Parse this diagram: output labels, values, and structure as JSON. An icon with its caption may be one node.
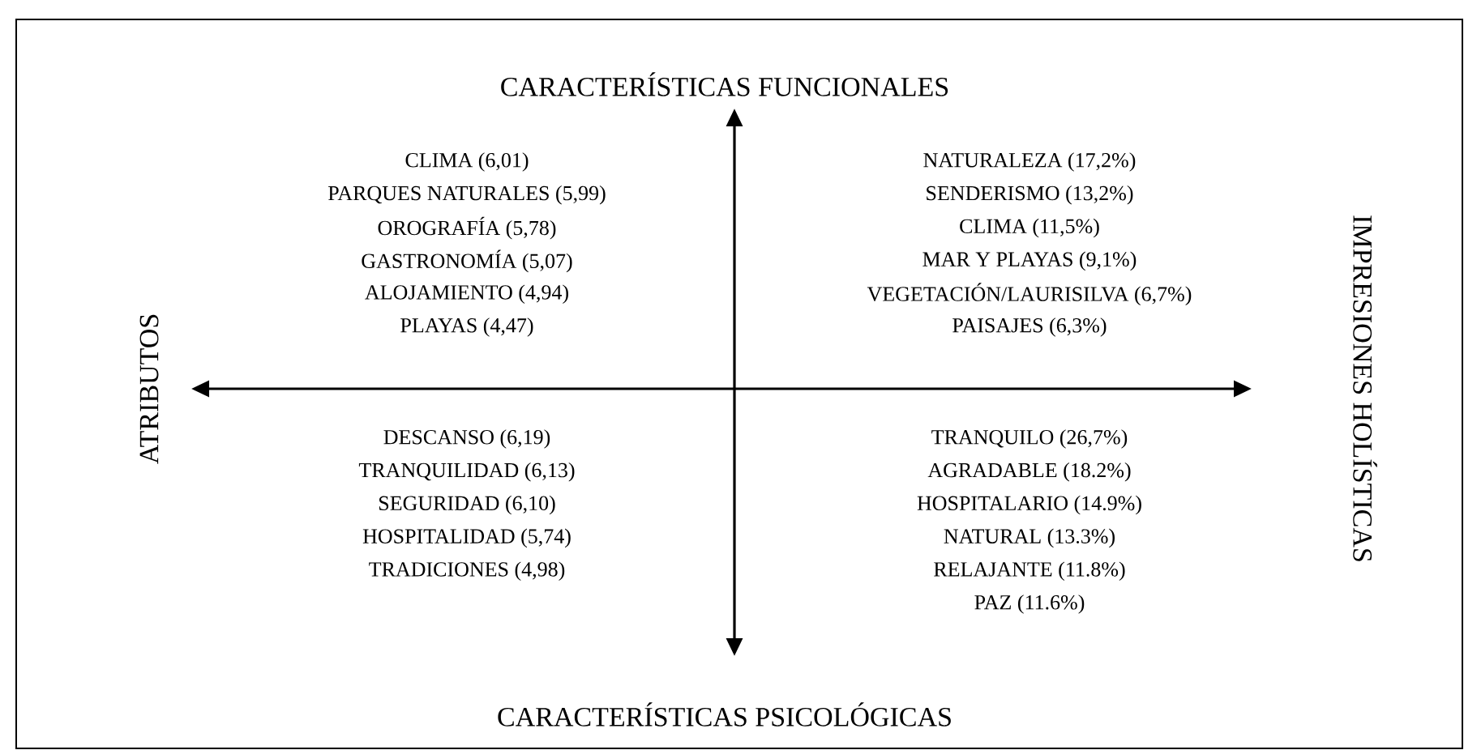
{
  "diagram": {
    "labels": [
      "CARACTERÍSTICAS FUNCIONALES",
      "CLIMA (6,01)",
      "PARQUES NATURALES (5,99)",
      "OROGRAFÍA (5,78)",
      "GASTRONOMÍA (5,07)",
      "ALOJAMIENTO (4,94)",
      "PLAYAS (4,47)",
      "NATURALEZA (17,2%)",
      "SENDERISMO (13,2%)",
      "CLIMA (11,5%)",
      "MAR Y PLAYAS (9,1%)",
      "VEGETACIÓN/LAURISILVA (6,7%)",
      "PAISAJES (6,3%)",
      "ATRIBUTOS",
      "IMPRESIONES HOLÍSTICAS",
      "DESCANSO (6,19)",
      "TRANQUILIDAD (6,13)",
      "SEGURIDAD (6,10)",
      "HOSPITALIDAD (5,74)",
      "TRADICIONES (4,98)",
      "TRANQUILO (26,7%)",
      "AGRADABLE (18.2%)",
      "HOSPITALARIO (14.9%)",
      "NATURAL (13.3%)",
      "RELAJANTE (11.8%)",
      "PAZ (11.6%)",
      "CARACTERÍSTICAS PSICOLÓGICAS"
    ]
  }
}
